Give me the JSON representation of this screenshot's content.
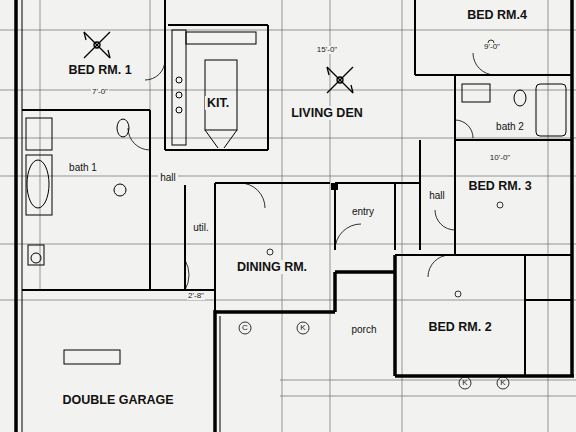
{
  "diagram": {
    "nodes": [
      {
        "text": [
          "BED RM. 1"
        ]
      },
      {
        "text": [
          "KIT."
        ]
      },
      {
        "text": [
          "LIVING DEN"
        ]
      },
      {
        "text": [
          "BED RM.4"
        ]
      },
      {
        "text": [
          "bath 1"
        ]
      },
      {
        "text": [
          "hall"
        ]
      },
      {
        "text": [
          "bath 2"
        ]
      },
      {
        "text": [
          "BED RM. 3"
        ]
      },
      {
        "text": [
          "hall"
        ]
      },
      {
        "text": [
          "entry"
        ]
      },
      {
        "text": [
          "util."
        ]
      },
      {
        "text": [
          "DINING RM."
        ]
      },
      {
        "text": [
          "porch"
        ]
      },
      {
        "text": [
          "BED RM. 2"
        ]
      },
      {
        "text": [
          "DOUBLE GARAGE"
        ]
      }
    ],
    "labels": [
      "7'-0\"",
      "15'-0\"",
      "9'-0\"",
      "10'-0\"",
      "2'-8\"",
      "C",
      "K",
      "K",
      "K"
    ]
  }
}
